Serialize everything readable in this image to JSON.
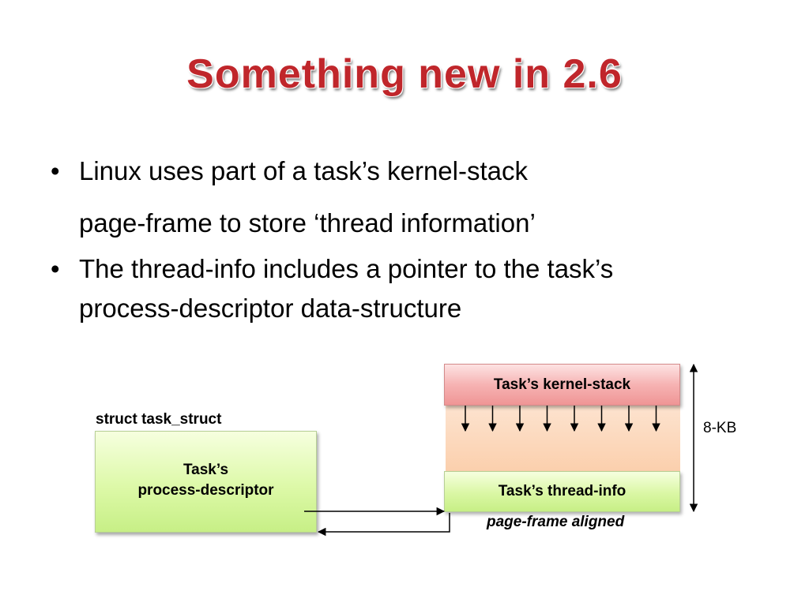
{
  "slide": {
    "title": "Something new in 2.6",
    "bullets": [
      {
        "lines": [
          "Linux uses part of a task’s kernel-stack",
          "page-frame to store ‘thread information’"
        ]
      },
      {
        "lines": [
          "The thread-info includes a pointer to the task’s",
          "process-descriptor data-structure"
        ]
      }
    ],
    "bullet_glyph": "•"
  },
  "diagram": {
    "struct_label": "struct task_struct",
    "descriptor_box": {
      "line1": "Task’s",
      "line2": "process-descriptor"
    },
    "kernel_stack_label": "Task’s kernel-stack",
    "thread_info_label": "Task’s thread-info",
    "aligned_label": "page-frame aligned",
    "size_label": "8-KB",
    "stack_arrow_count": 8,
    "colors": {
      "descriptor_fill": "#ddf9a8",
      "kernel_stack_fill": "#f6b3b3",
      "stack_area_fill": "#fbcfac",
      "thread_info_fill": "#daf7a4",
      "title_color": "#c0262b"
    }
  }
}
